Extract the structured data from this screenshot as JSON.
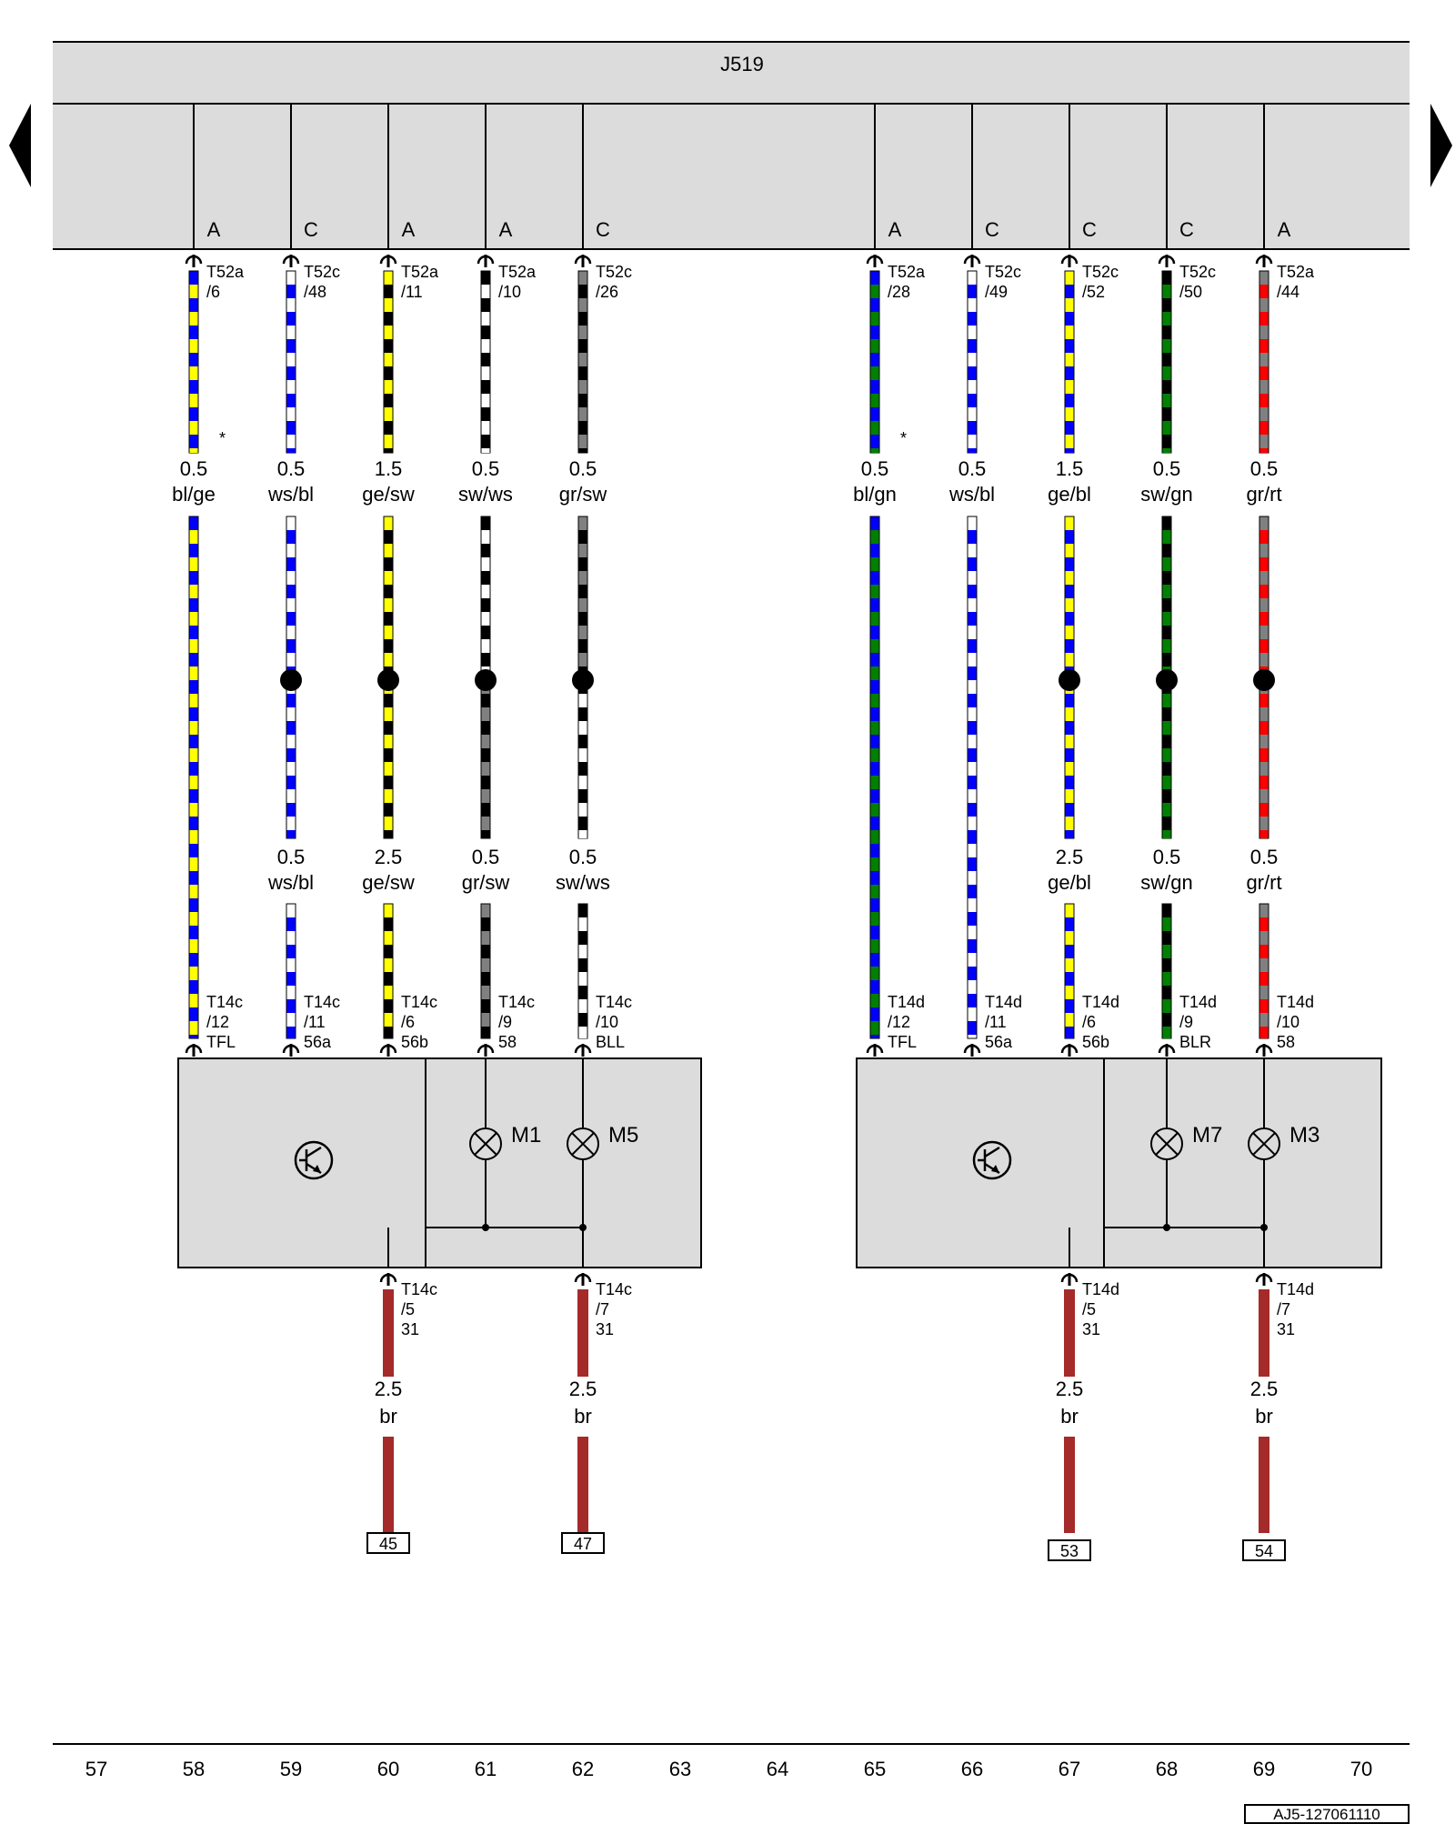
{
  "control_unit": "J519",
  "pin_groups": [
    "A",
    "C",
    "A",
    "A",
    "C",
    "A",
    "C",
    "C",
    "C",
    "A"
  ],
  "wires": [
    {
      "col": "58",
      "upper_conn": "T52a",
      "upper_pin": "/6",
      "size": "0.5",
      "color": "bl/ge",
      "stripe": [
        "blue",
        "yellow"
      ],
      "asterisk": "*",
      "lower_conn": "T14c",
      "lower_pin": "/12",
      "lower_term": "TFL"
    },
    {
      "col": "59",
      "upper_conn": "T52c",
      "upper_pin": "/48",
      "size": "0.5",
      "color": "ws/bl",
      "stripe": [
        "white",
        "blue"
      ],
      "junction_size": "0.5",
      "junction_color": "ws/bl",
      "junction_stripe": [
        "white",
        "blue"
      ],
      "lower_conn": "T14c",
      "lower_pin": "/11",
      "lower_term": "56a"
    },
    {
      "col": "60",
      "upper_conn": "T52a",
      "upper_pin": "/11",
      "size": "1.5",
      "color": "ge/sw",
      "stripe": [
        "yellow",
        "black"
      ],
      "junction_size": "2.5",
      "junction_color": "ge/sw",
      "junction_stripe": [
        "yellow",
        "black"
      ],
      "lower_conn": "T14c",
      "lower_pin": "/6",
      "lower_term": "56b"
    },
    {
      "col": "61",
      "upper_conn": "T52a",
      "upper_pin": "/10",
      "size": "0.5",
      "color": "sw/ws",
      "stripe": [
        "black",
        "white"
      ],
      "junction_size": "0.5",
      "junction_color": "gr/sw",
      "junction_stripe": [
        "gray",
        "black"
      ],
      "lower_conn": "T14c",
      "lower_pin": "/9",
      "lower_term": "58"
    },
    {
      "col": "62",
      "upper_conn": "T52c",
      "upper_pin": "/26",
      "size": "0.5",
      "color": "gr/sw",
      "stripe": [
        "gray",
        "black"
      ],
      "junction_size": "0.5",
      "junction_color": "sw/ws",
      "junction_stripe": [
        "black",
        "white"
      ],
      "lower_conn": "T14c",
      "lower_pin": "/10",
      "lower_term": "BLL"
    },
    {
      "col": "65",
      "upper_conn": "T52a",
      "upper_pin": "/28",
      "size": "0.5",
      "color": "bl/gn",
      "stripe": [
        "blue",
        "green"
      ],
      "asterisk": "*",
      "lower_conn": "T14d",
      "lower_pin": "/12",
      "lower_term": "TFL"
    },
    {
      "col": "66",
      "upper_conn": "T52c",
      "upper_pin": "/49",
      "size": "0.5",
      "color": "ws/bl",
      "stripe": [
        "white",
        "blue"
      ],
      "lower_conn": "T14d",
      "lower_pin": "/11",
      "lower_term": "56a"
    },
    {
      "col": "67",
      "upper_conn": "T52c",
      "upper_pin": "/52",
      "size": "1.5",
      "color": "ge/bl",
      "stripe": [
        "yellow",
        "blue"
      ],
      "junction_size": "2.5",
      "junction_color": "ge/bl",
      "junction_stripe": [
        "yellow",
        "blue"
      ],
      "lower_conn": "T14d",
      "lower_pin": "/6",
      "lower_term": "56b"
    },
    {
      "col": "68",
      "upper_conn": "T52c",
      "upper_pin": "/50",
      "size": "0.5",
      "color": "sw/gn",
      "stripe": [
        "black",
        "green"
      ],
      "junction_size": "0.5",
      "junction_color": "sw/gn",
      "junction_stripe": [
        "black",
        "green"
      ],
      "lower_conn": "T14d",
      "lower_pin": "/9",
      "lower_term": "BLR"
    },
    {
      "col": "69",
      "upper_conn": "T52a",
      "upper_pin": "/44",
      "size": "0.5",
      "color": "gr/rt",
      "stripe": [
        "gray",
        "red"
      ],
      "junction_size": "0.5",
      "junction_color": "gr/rt",
      "junction_stripe": [
        "gray",
        "red"
      ],
      "lower_conn": "T14d",
      "lower_pin": "/10",
      "lower_term": "58"
    }
  ],
  "lamp_units": [
    {
      "lamps": [
        {
          "label": "M1",
          "col": "61"
        },
        {
          "label": "M5",
          "col": "62"
        }
      ]
    },
    {
      "lamps": [
        {
          "label": "M7",
          "col": "68"
        },
        {
          "label": "M3",
          "col": "69"
        }
      ]
    }
  ],
  "ground_wires": [
    {
      "col": "60",
      "conn": "T14c",
      "pin": "/5",
      "term": "31",
      "size": "2.5",
      "color": "br",
      "ground": "45"
    },
    {
      "col": "62",
      "conn": "T14c",
      "pin": "/7",
      "term": "31",
      "size": "2.5",
      "color": "br",
      "ground": "47"
    },
    {
      "col": "67",
      "conn": "T14d",
      "pin": "/5",
      "term": "31",
      "size": "2.5",
      "color": "br",
      "ground": "53"
    },
    {
      "col": "69",
      "conn": "T14d",
      "pin": "/7",
      "term": "31",
      "size": "2.5",
      "color": "br",
      "ground": "54"
    }
  ],
  "column_numbers": [
    "57",
    "58",
    "59",
    "60",
    "61",
    "62",
    "63",
    "64",
    "65",
    "66",
    "67",
    "68",
    "69",
    "70"
  ],
  "doc_id": "AJ5-127061110",
  "palette": {
    "blue": "#0000ff",
    "yellow": "#ffff00",
    "white": "#ffffff",
    "black": "#000000",
    "gray": "#808080",
    "green": "#008000",
    "red": "#ff0000",
    "brown": "#a52a2a",
    "panel": "#dcdcdc"
  }
}
